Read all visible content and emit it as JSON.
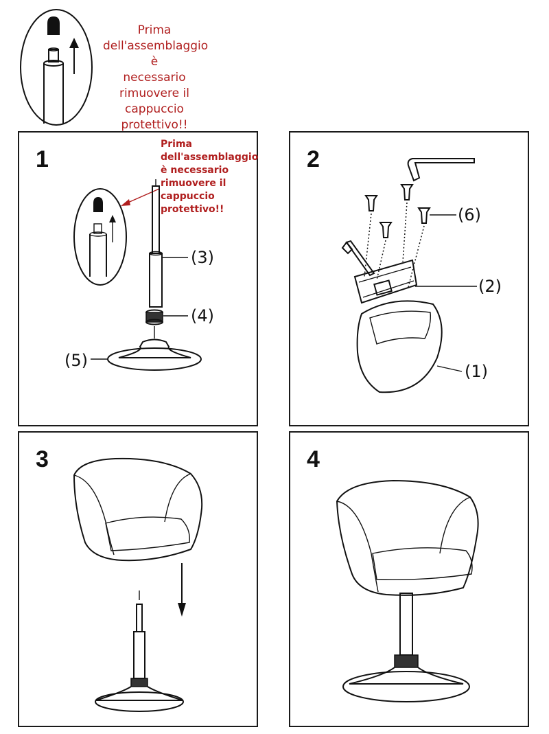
{
  "top_warning": {
    "lines": [
      "Prima",
      "dell'assemblaggio è",
      "necessario",
      "rimuovere il",
      "cappuccio",
      "protettivo!!"
    ]
  },
  "panels": [
    {
      "number": "1",
      "warning_lines": [
        "Prima",
        "dell'assemblaggio",
        "è necessario",
        "rimuovere il",
        "cappuccio",
        "protettivo!!"
      ],
      "labels": [
        "(3)",
        "(4)",
        "(5)"
      ]
    },
    {
      "number": "2",
      "labels": [
        "(6)",
        "(2)",
        "(1)"
      ]
    },
    {
      "number": "3"
    },
    {
      "number": "4"
    }
  ],
  "colors": {
    "warning_text": "#b01e1e",
    "line": "#111111",
    "background": "#ffffff"
  },
  "icons": [
    "protective-cap-icon",
    "gas-lift-icon",
    "allen-key-icon",
    "screw-icon",
    "arrow-up-icon",
    "arrow-down-icon"
  ]
}
